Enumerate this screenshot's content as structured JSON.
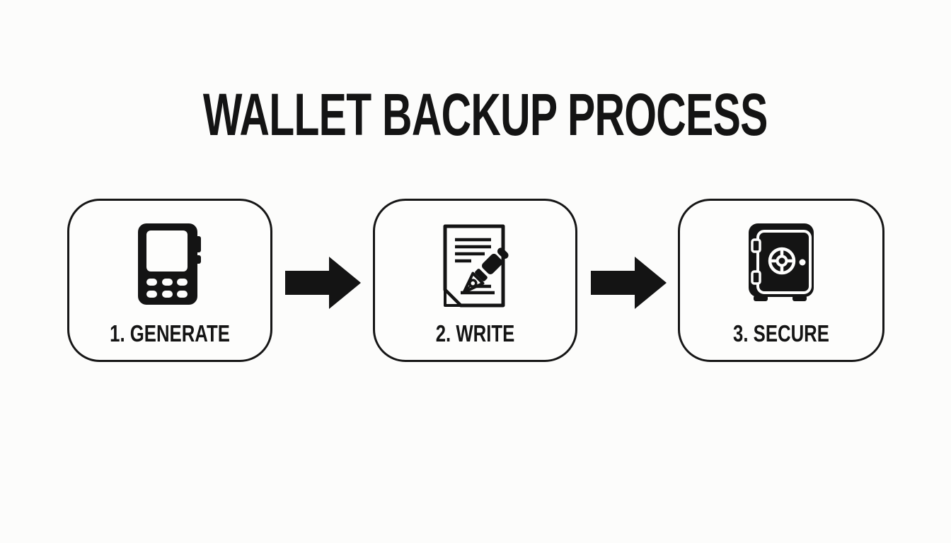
{
  "title": "WALLET BACKUP PROCESS",
  "steps": [
    {
      "label": "1. GENERATE",
      "icon": "hardware-wallet-device-icon"
    },
    {
      "label": "2. WRITE",
      "icon": "write-seed-on-paper-icon"
    },
    {
      "label": "3. SECURE",
      "icon": "safe-vault-icon"
    }
  ],
  "connectors": [
    {
      "icon": "arrow-right-icon"
    },
    {
      "icon": "arrow-right-icon"
    }
  ],
  "colors": {
    "foreground": "#141414",
    "background": "#fcfcfb",
    "box_border": "#161616"
  }
}
